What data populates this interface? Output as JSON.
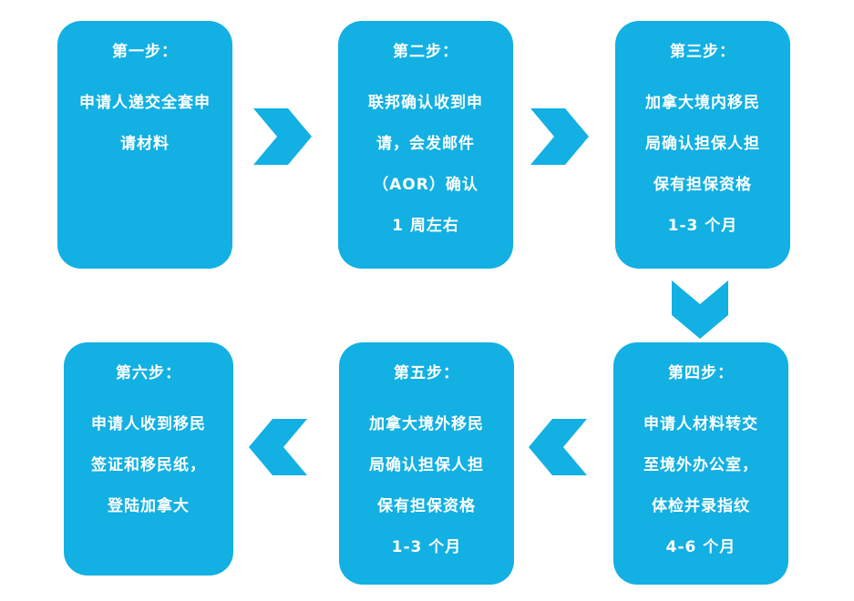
{
  "steps": [
    {
      "title": "第一步：",
      "lines": [
        "申请人递交全套申",
        "请材料"
      ]
    },
    {
      "title": "第二步：",
      "lines": [
        "联邦确认收到申",
        "请，会发邮件",
        "（AOR）确认",
        "1 周左右"
      ]
    },
    {
      "title": "第三步：",
      "lines": [
        "加拿大境内移民",
        "局确认担保人担",
        "保有担保资格",
        "1-3 个月"
      ]
    },
    {
      "title": "第四步：",
      "lines": [
        "申请人材料转交",
        "至境外办公室，",
        "体检并录指纹",
        "4-6 个月"
      ]
    },
    {
      "title": "第五步：",
      "lines": [
        "加拿大境外移民",
        "局确认担保人担",
        "保有担保资格",
        "1-3 个月"
      ]
    },
    {
      "title": "第六步：",
      "lines": [
        "申请人收到移民",
        "签证和移民纸，",
        "登陆加拿大"
      ]
    }
  ],
  "colors": {
    "box": "#12b0e3",
    "text": "#ffffff",
    "arrow": "#12b0e3"
  },
  "icons": {
    "arrow_1_2": "chevron-right-icon",
    "arrow_2_3": "chevron-right-icon",
    "arrow_3_4": "chevron-down-icon",
    "arrow_4_5": "chevron-left-icon",
    "arrow_5_6": "chevron-left-icon"
  }
}
